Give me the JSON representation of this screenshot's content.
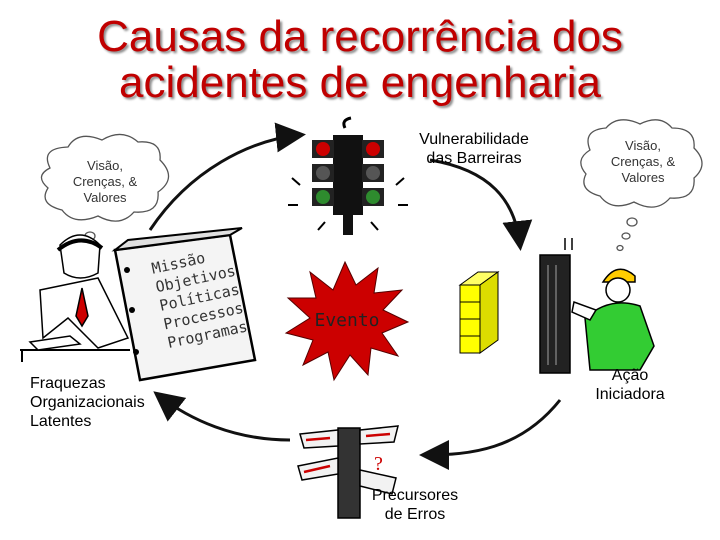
{
  "title": {
    "line1": "Causas da recorrência dos",
    "line2": "acidentes de engenharia"
  },
  "labels": {
    "barriers": "Vulnerabilidade\ndas Barreiras",
    "latent": "Fraquezas\nOrganizacionais\nLatentes",
    "initiating": "Ação\nIniciadora",
    "precursors": "Precursores\nde Erros",
    "event": "Evento"
  },
  "clouds": {
    "left": "Visão,\nCrenças, &\nValores",
    "right": "Visão,\nCrenças, &\nValores"
  },
  "binder": {
    "lines": [
      "Missão",
      "Objetivos",
      "Políticas",
      "Processos",
      "Programas"
    ]
  },
  "colors": {
    "title": "#c00000",
    "event": "#cc0000",
    "arrows": "#111111",
    "blocks": "#ffff00",
    "worker_shirt": "#33cc33",
    "helmet": "#ffcc00"
  }
}
